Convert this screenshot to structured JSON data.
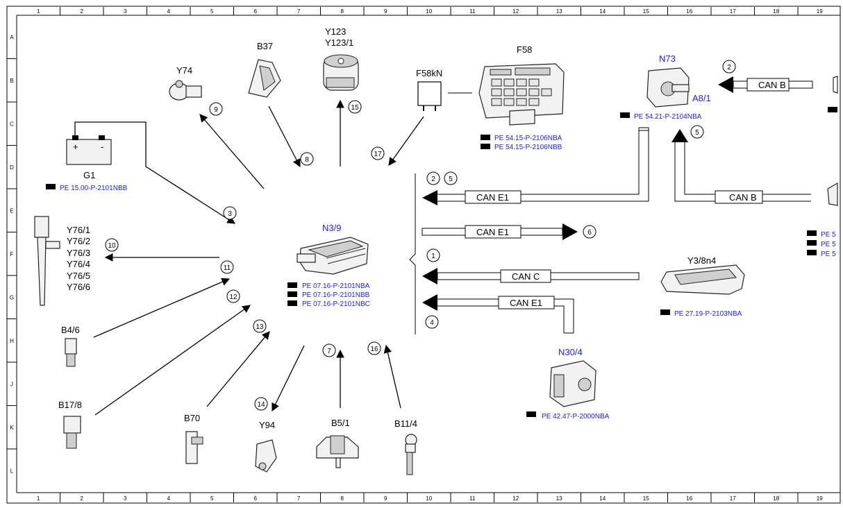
{
  "grid": {
    "columns": [
      "1",
      "2",
      "3",
      "4",
      "5",
      "6",
      "7",
      "8",
      "9",
      "10",
      "11",
      "12",
      "13",
      "14",
      "15",
      "16",
      "17",
      "18",
      "19"
    ],
    "rows": [
      "A",
      "B",
      "C",
      "D",
      "E",
      "F",
      "G",
      "H",
      "J",
      "K",
      "L"
    ]
  },
  "center": {
    "name": "N3/9",
    "refs": [
      "PE 07.16-P-2101NBA",
      "PE 07.16-P-2101NBB",
      "PE 07.16-P-2101NBC"
    ]
  },
  "components": {
    "g1": {
      "label": "G1",
      "ref": "PE 15.00-P-2101NBB",
      "plus": "+",
      "minus": "-"
    },
    "y74": {
      "label": "Y74"
    },
    "b37": {
      "label": "B37"
    },
    "y123": {
      "label1": "Y123",
      "label2": "Y123/1"
    },
    "f58kn": {
      "label": "F58kN"
    },
    "f58": {
      "label": "F58",
      "refs": [
        "PE 54.15-P-2106NBA",
        "PE 54.15-P-2106NBB"
      ]
    },
    "n73": {
      "label": "N73",
      "sublabel": "A8/1",
      "ref": "PE 54.21-P-2104NBA"
    },
    "y76": {
      "labels": [
        "Y76/1",
        "Y76/2",
        "Y76/3",
        "Y76/4",
        "Y76/5",
        "Y76/6"
      ]
    },
    "b4_6": {
      "label": "B4/6"
    },
    "b17_8": {
      "label": "B17/8"
    },
    "b70": {
      "label": "B70"
    },
    "y94": {
      "label": "Y94"
    },
    "b5_1": {
      "label": "B5/1"
    },
    "b11_4": {
      "label": "B11/4"
    },
    "n30_4": {
      "label": "N30/4",
      "ref": "PE 42.47-P-2000NBA"
    },
    "y3_8n4": {
      "label": "Y3/8n4",
      "ref": "PE 27.19-P-2103NBA"
    },
    "right_refs": [
      "PE 5",
      "PE 5",
      "PE 5"
    ]
  },
  "buses": {
    "can_b_top": "CAN B",
    "can_b_mid": "CAN B",
    "can_e1_a": "CAN E1",
    "can_e1_b": "CAN E1",
    "can_c": "CAN C",
    "can_e1_c": "CAN E1"
  },
  "markers": [
    "1",
    "2",
    "3",
    "4",
    "5",
    "6",
    "7",
    "8",
    "9",
    "10",
    "11",
    "12",
    "13",
    "14",
    "15",
    "16",
    "17"
  ],
  "colors": {
    "link_blue": "#1a1aff",
    "line": "#000000"
  }
}
